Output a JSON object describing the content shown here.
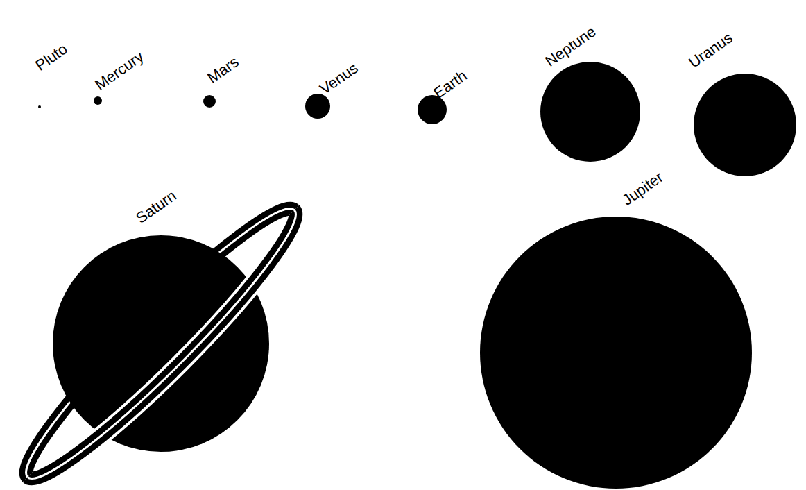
{
  "diagram": {
    "labels": [
      "Pluto",
      "Mercury",
      "Mars",
      "Venus",
      "Earth",
      "Neptune",
      "Uranus",
      "Saturn",
      "Jupiter"
    ]
  }
}
